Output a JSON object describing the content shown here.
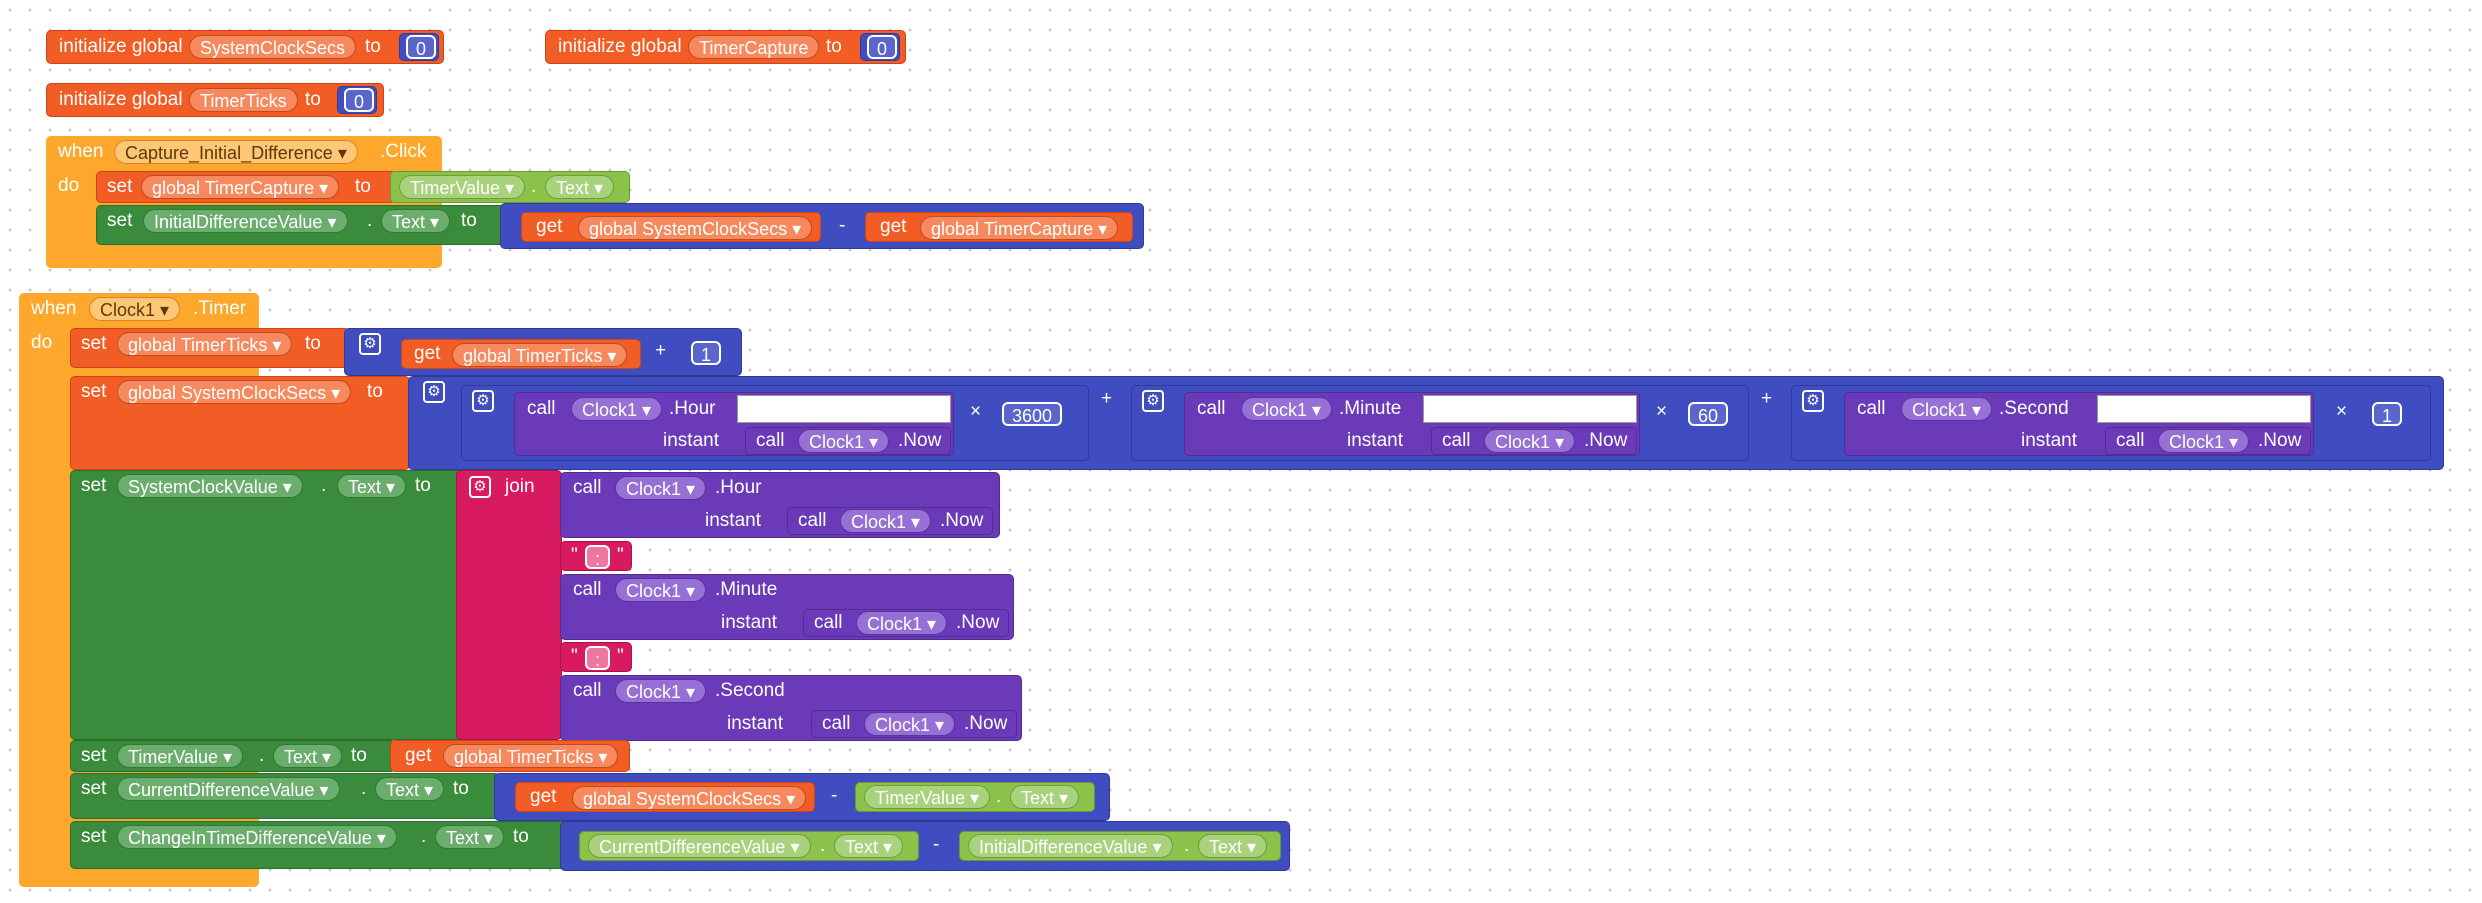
{
  "words": {
    "init": "initialize global",
    "to": "to",
    "when": "when",
    "do": "do",
    "set": "set",
    "get": "get",
    "call": "call",
    "instant": "instant",
    "join": "join",
    "dot": ".",
    "plus": "+",
    "minus": "-",
    "times": "×",
    "q": "\"",
    "gear_glyph": "⚙",
    "dropdown_glyph": "▾"
  },
  "globals": {
    "syscl": {
      "name": "SystemClockSecs",
      "value": "0"
    },
    "tcap": {
      "name": "TimerCapture",
      "value": "0"
    },
    "tticks": {
      "name": "TimerTicks",
      "value": "0"
    }
  },
  "capture": {
    "component": "Capture_Initial_Difference",
    "event": ".Click",
    "set1_var": "global TimerCapture",
    "set1_comp": "TimerValue",
    "set1_prop": "Text",
    "set2_comp": "InitialDifferenceValue",
    "set2_prop": "Text",
    "get1": "global SystemClockSecs",
    "get2": "global TimerCapture"
  },
  "timer": {
    "component": "Clock1",
    "event": ".Timer",
    "ticks_var": "global TimerTicks",
    "ticks_add": "1",
    "secs_var": "global SystemClockSecs",
    "clock": "Clock1",
    "hour": ".Hour",
    "minute": ".Minute",
    "second": ".Second",
    "now": ".Now",
    "mul_hour": "3600",
    "mul_minute": "60",
    "mul_second": "1",
    "sys_comp": "SystemClockValue",
    "prop": "Text",
    "sep": ":",
    "tv_comp": "TimerValue",
    "tv_get": "global TimerTicks",
    "cd_comp": "CurrentDifferenceValue",
    "cd_get": "global SystemClockSecs",
    "cd_sub_comp": "TimerValue",
    "ch_comp": "ChangeInTimeDifferenceValue",
    "ch_a_comp": "CurrentDifferenceValue",
    "ch_b_comp": "InitialDifferenceValue"
  }
}
